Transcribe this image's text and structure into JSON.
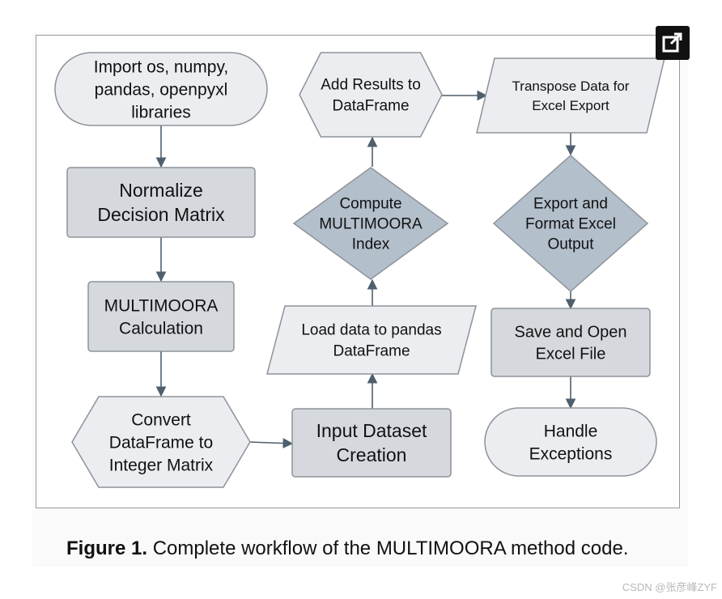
{
  "diagram": {
    "nodes": [
      {
        "id": "import",
        "shape": "terminal",
        "lines": [
          "Import os, numpy,",
          "pandas, openpyxl",
          "libraries"
        ]
      },
      {
        "id": "normalize",
        "shape": "process",
        "lines": [
          "Normalize",
          "Decision Matrix"
        ]
      },
      {
        "id": "multimoora-calc",
        "shape": "process",
        "lines": [
          "MULTIMOORA",
          "Calculation"
        ]
      },
      {
        "id": "convert",
        "shape": "hexagon",
        "lines": [
          "Convert",
          "DataFrame to",
          "Integer Matrix"
        ]
      },
      {
        "id": "input-dataset",
        "shape": "process",
        "lines": [
          "Input Dataset",
          "Creation"
        ]
      },
      {
        "id": "load-data",
        "shape": "parallelogram",
        "lines": [
          "Load data to pandas",
          "DataFrame"
        ]
      },
      {
        "id": "compute-index",
        "shape": "diamond",
        "lines": [
          "Compute",
          "MULTIMOORA",
          "Index"
        ]
      },
      {
        "id": "add-results",
        "shape": "hexagon",
        "lines": [
          "Add Results to",
          "DataFrame"
        ]
      },
      {
        "id": "transpose",
        "shape": "parallelogram",
        "lines": [
          "Transpose Data for",
          "Excel Export"
        ]
      },
      {
        "id": "export-format",
        "shape": "diamond",
        "lines": [
          "Export and",
          "Format Excel",
          "Output"
        ]
      },
      {
        "id": "save-open",
        "shape": "process",
        "lines": [
          "Save and Open",
          "Excel File"
        ]
      },
      {
        "id": "handle-exceptions",
        "shape": "terminal",
        "lines": [
          "Handle",
          "Exceptions"
        ]
      }
    ],
    "edges": [
      [
        "import",
        "normalize"
      ],
      [
        "normalize",
        "multimoora-calc"
      ],
      [
        "multimoora-calc",
        "convert"
      ],
      [
        "convert",
        "input-dataset"
      ],
      [
        "input-dataset",
        "load-data"
      ],
      [
        "load-data",
        "compute-index"
      ],
      [
        "compute-index",
        "add-results"
      ],
      [
        "add-results",
        "transpose"
      ],
      [
        "transpose",
        "export-format"
      ],
      [
        "export-format",
        "save-open"
      ],
      [
        "save-open",
        "handle-exceptions"
      ]
    ]
  },
  "caption": {
    "label": "Figure 1.",
    "text": " Complete workflow of the MULTIMOORA method code."
  },
  "watermark": "CSDN @张彦峰ZYF",
  "colors": {
    "terminal_fill": "#ebedf0",
    "process_fill": "#d5d9de",
    "diamond_fill": "#b3bfcb",
    "outline": "#8d939a",
    "arrow": "#4f5f6d"
  },
  "icons": {
    "expand": "open-in-new-icon"
  }
}
